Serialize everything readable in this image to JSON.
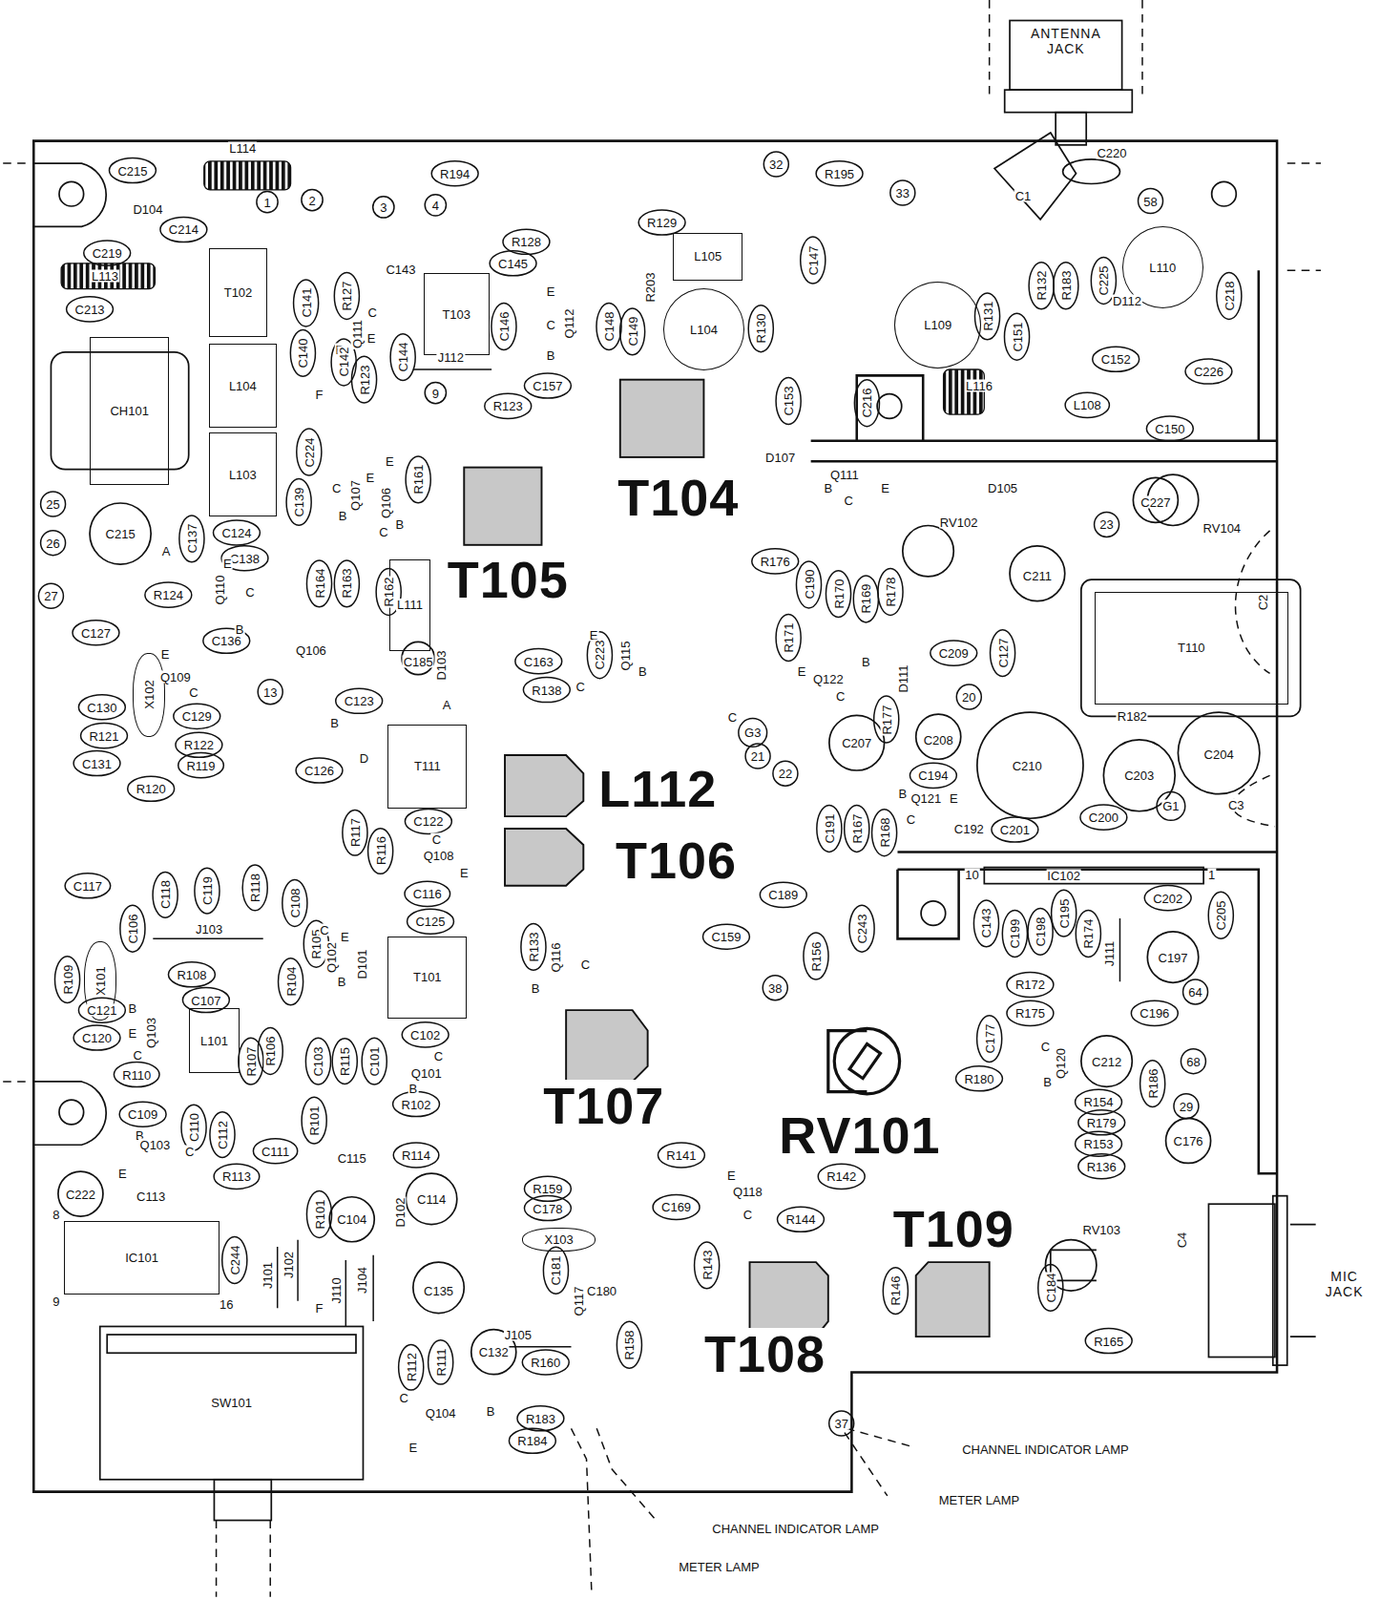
{
  "diagram": {
    "nodes": [
      {
        "text": [
          "T102"
        ]
      },
      {
        "text": [
          "T103"
        ]
      },
      {
        "text": [
          "L105"
        ]
      },
      {
        "text": [
          "L104"
        ]
      },
      {
        "text": [
          "L110"
        ]
      },
      {
        "text": [
          "L109"
        ]
      },
      {
        "text": [
          "CH101"
        ]
      },
      {
        "text": [
          "L104"
        ]
      },
      {
        "text": [
          "L103"
        ]
      },
      {
        "text": [
          "L111"
        ]
      },
      {
        "text": [
          "T110"
        ]
      },
      {
        "text": [
          "X102"
        ]
      },
      {
        "text": [
          "T111"
        ]
      },
      {
        "text": [
          "X101"
        ]
      },
      {
        "text": [
          "T101"
        ]
      },
      {
        "text": [
          "L101"
        ]
      },
      {
        "text": [
          "X103"
        ]
      },
      {
        "text": [
          "IC101"
        ]
      },
      {
        "text": [
          "SW101"
        ]
      }
    ],
    "labels": [
      "ANTENNA JACK",
      "C215",
      "L114",
      "D104",
      "1",
      "2",
      "C214",
      "3",
      "4",
      "R194",
      "32",
      "R195",
      "33",
      "C220",
      "C1",
      "58",
      "C219",
      "L113",
      "C213",
      "R128",
      "R129",
      "C145",
      "C143",
      "C147",
      "R132",
      "R183",
      "C225",
      "C218",
      "C141",
      "R127",
      "C",
      "Q111",
      "E",
      "B",
      "C146",
      "E",
      "C",
      "B",
      "Q112",
      "C148",
      "C149",
      "R203",
      "R130",
      "R131",
      "C151",
      "D112",
      "C140",
      "C142",
      "J112",
      "C144",
      "C157",
      "C152",
      "C226",
      "F",
      "R123",
      "9",
      "R123",
      "C153",
      "C216",
      "L116",
      "L108",
      "C150",
      "C224",
      "E",
      "R161",
      "C139",
      "E",
      "Q107",
      "C",
      "B",
      "Q106",
      "C",
      "B",
      "D107",
      "Q111",
      "B",
      "C",
      "E",
      "D105",
      "23",
      "C227",
      "RV104",
      "RV102",
      "25",
      "26",
      "27",
      "C215",
      "C124",
      "C137",
      "A",
      "C138",
      "R176",
      "C211",
      "R164",
      "R163",
      "R162",
      "R124",
      "E",
      "Q110",
      "C",
      "B",
      "C127",
      "C136",
      "Q106",
      "C185",
      "D103",
      "C163",
      "E",
      "C223",
      "Q115",
      "B",
      "C",
      "R138",
      "R171",
      "C190",
      "R170",
      "R169",
      "R178",
      "E",
      "Q122",
      "B",
      "C",
      "D111",
      "C209",
      "C127",
      "C2",
      "Q109",
      "E",
      "C",
      "13",
      "B",
      "C123",
      "A",
      "20",
      "C",
      "G3",
      "21",
      "22",
      "C207",
      "C208",
      "R177",
      "R182",
      "C204",
      "C203",
      "C210",
      "C130",
      "C129",
      "R121",
      "R122",
      "C131",
      "R119",
      "R120",
      "C126",
      "D",
      "C194",
      "B",
      "Q121",
      "E",
      "C",
      "C192",
      "C200",
      "G1",
      "C3",
      "C201",
      "R117",
      "R116",
      "C122",
      "C",
      "Q108",
      "E",
      "C191",
      "R167",
      "R168",
      "C117",
      "C118",
      "C119",
      "R118",
      "C108",
      "C116",
      "C125",
      "C189",
      "10",
      "IC102",
      "1",
      "C202",
      "C205",
      "J103",
      "C106",
      "R109",
      "R105",
      "E",
      "Q102",
      "C",
      "B",
      "D101",
      "R133",
      "Q116",
      "B",
      "C",
      "C159",
      "R156",
      "C243",
      "C143",
      "C199",
      "C198",
      "C195",
      "R174",
      "J111",
      "C197",
      "R108",
      "C107",
      "R172",
      "38",
      "C196",
      "64",
      "R104",
      "C121",
      "B",
      "Q103",
      "E",
      "C",
      "C120",
      "R110",
      "R107",
      "R106",
      "C103",
      "R115",
      "C101",
      "C102",
      "C",
      "Q101",
      "B",
      "R175",
      "C177",
      "C",
      "Q120",
      "B",
      "C212",
      "R180",
      "R186",
      "68",
      "29",
      "C176",
      "R154",
      "R179",
      "R153",
      "R136",
      "R102",
      "C109",
      "B",
      "Q103",
      "C",
      "E",
      "C110",
      "C112",
      "C111",
      "R101",
      "C115",
      "R114",
      "R141",
      "E",
      "Q118",
      "C",
      "R142",
      "R113",
      "C222",
      "C113",
      "R101",
      "C104",
      "D102",
      "C114",
      "R159",
      "C178",
      "C169",
      "R144",
      "8",
      "9",
      "16",
      "C244",
      "J101",
      "J102",
      "J110",
      "J104",
      "R143",
      "R146",
      "RV103",
      "C4",
      "C184",
      "MIC JACK",
      "C135",
      "C181",
      "C180",
      "Q117",
      "F",
      "R158",
      "R112",
      "R111",
      "C132",
      "J105",
      "R160",
      "R165",
      "C",
      "B",
      "Q104",
      "E",
      "R183",
      "R184",
      "37",
      "CHANNEL INDICATOR LAMP",
      "METER LAMP",
      "CHANNEL INDICATOR LAMP",
      "METER LAMP",
      "T104",
      "T105",
      "L112",
      "T106",
      "T107",
      "RV101",
      "T109",
      "T108"
    ]
  }
}
